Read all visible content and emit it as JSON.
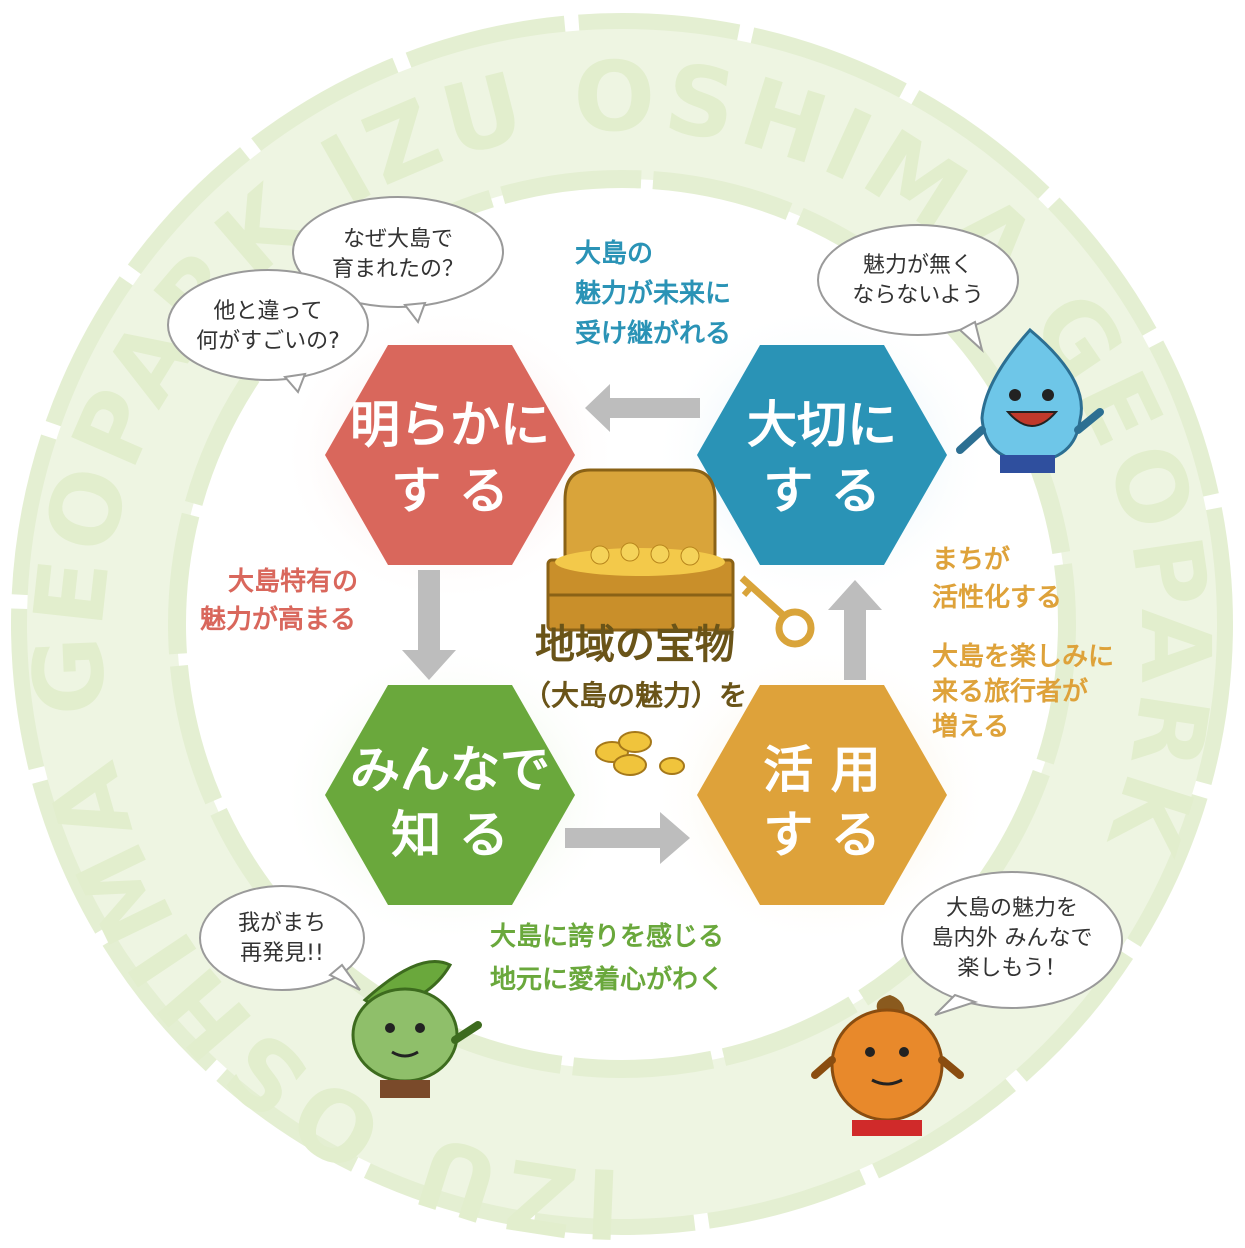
{
  "ring_text": "IZU OSHIMA GEOPARK IZU OSHIMA GEOPARK",
  "center": {
    "line1": "地域の宝物",
    "line2": "（大島の魅力）を"
  },
  "hexagons": {
    "clarify": {
      "line1": "明らかに",
      "line2": "す る",
      "color": "#d9675c"
    },
    "cherish": {
      "line1": "大切に",
      "line2": "す る",
      "color": "#2a93b6"
    },
    "know": {
      "line1": "みんなで",
      "line2": "知 る",
      "color": "#6aa83c"
    },
    "utilize": {
      "line1": "活 用",
      "line2": "す る",
      "color": "#dea23a"
    }
  },
  "effects": {
    "cherish": {
      "lines": [
        "大島の",
        "魅力が未来に",
        "受け継がれる"
      ],
      "color": "#2a93b6"
    },
    "clarify": {
      "lines": [
        "大島特有の",
        "魅力が高まる"
      ],
      "color": "#d9675c"
    },
    "utilize": {
      "lines": [
        "まちが",
        "活性化する",
        "大島を楽しみに",
        "来る旅行者が",
        "増える"
      ],
      "color": "#dea23a"
    },
    "know": {
      "lines": [
        "大島に誇りを感じる",
        "地元に愛着心がわく"
      ],
      "color": "#6aa83c"
    }
  },
  "bubbles": {
    "why_born": [
      "なぜ大島で",
      "育まれたの？"
    ],
    "whats_great": [
      "他と違って",
      "何がすごいの?"
    ],
    "not_lose": [
      "魅力が無く",
      "ならないよう"
    ],
    "rediscover": [
      "我がまち",
      "再発見!!"
    ],
    "enjoy": [
      "大島の魅力を",
      "島内外 みんなで",
      "楽しもう！"
    ]
  }
}
